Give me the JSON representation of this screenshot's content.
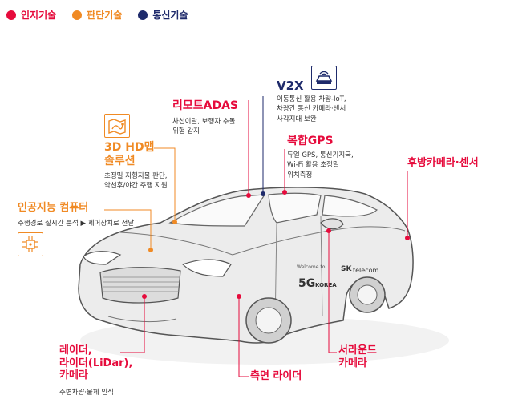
{
  "colors": {
    "red": "#e60b3c",
    "orange": "#f08a24",
    "navy": "#1e2a6b",
    "line": "#555555"
  },
  "legend": [
    {
      "label": "인지기술",
      "color": "#e60b3c"
    },
    {
      "label": "판단기술",
      "color": "#f08a24"
    },
    {
      "label": "통신기술",
      "color": "#1e2a6b"
    }
  ],
  "features": {
    "v2x": {
      "title": "V2X",
      "desc": [
        "이동통신 활용 차량-IoT,",
        "차량간 통신 카메라·센서",
        "사각지대 보완"
      ],
      "icon": "car-network-icon"
    },
    "remote_adas": {
      "title": "리모트ADAS",
      "desc": [
        "차선이탈, 보행자 추돌",
        "위험 감지"
      ]
    },
    "gps": {
      "title": "복합GPS",
      "desc": [
        "듀얼 GPS, 통신기지국,",
        "Wi-Fi 활용 초정밀",
        "위치측정"
      ]
    },
    "hd_map": {
      "title": [
        "3D HD맵",
        "솔루션"
      ],
      "desc": [
        "초정밀 지형지물 판단,",
        "악천후/야간 주행 지원"
      ],
      "icon": "map-route-icon"
    },
    "ai_computer": {
      "title": "인공지능 컴퓨터",
      "desc": [
        "주행경로 실시간 분석 ▶ 제어장치로 전달"
      ],
      "icon": "circuit-chip-icon"
    },
    "rear_camera": {
      "title": "후방카메라·센서"
    },
    "radar": {
      "title": [
        "레이더,",
        "라이더(LiDar),",
        "카메라"
      ],
      "desc": [
        "주변차량·물체 인식"
      ]
    },
    "side_lidar": {
      "title": "측면 라이더"
    },
    "surround_camera": {
      "title": [
        "서라운드",
        "카메라"
      ]
    }
  },
  "car_decal": {
    "welcome": "Welcome to",
    "fiveg": "5G",
    "korea": "KOREA",
    "sk": "SK",
    "telecom": "telecom"
  }
}
